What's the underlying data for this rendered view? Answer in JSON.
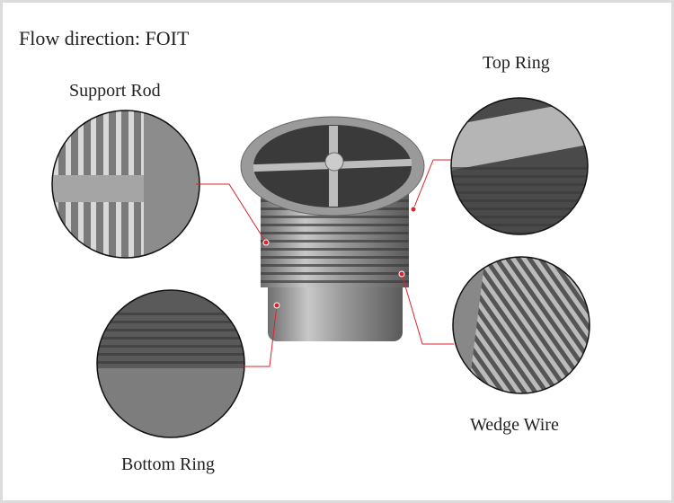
{
  "title": "Flow direction: FOIT",
  "labels": {
    "support_rod": "Support Rod",
    "top_ring": "Top Ring",
    "bottom_ring": "Bottom Ring",
    "wedge_wire": "Wedge Wire"
  },
  "colors": {
    "leader": "#e0202a",
    "frame": "#dcdcdc"
  }
}
